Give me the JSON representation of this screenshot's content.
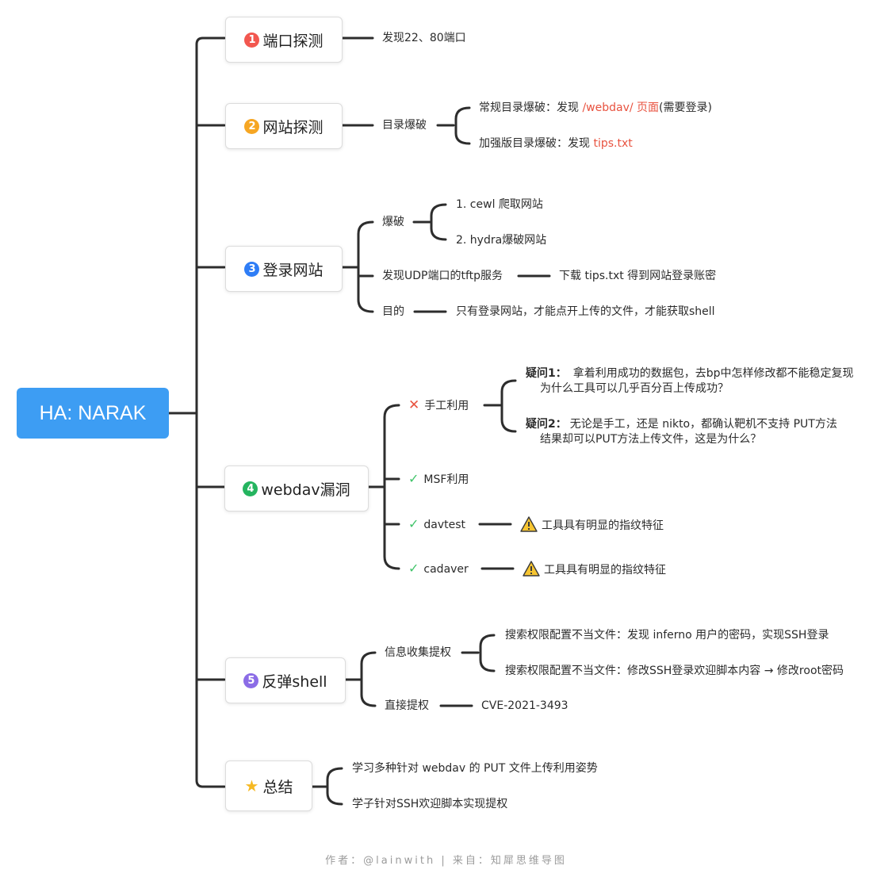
{
  "root": "HA: NARAK",
  "branches": [
    {
      "num": "1",
      "title": "端口探测"
    },
    {
      "num": "2",
      "title": "网站探测"
    },
    {
      "num": "3",
      "title": "登录网站"
    },
    {
      "num": "4",
      "title": "webdav漏洞"
    },
    {
      "num": "5",
      "title": "反弹shell"
    },
    {
      "num": "",
      "title": "总结"
    }
  ],
  "b1": {
    "finding": "发现22、80端口"
  },
  "b2": {
    "dir": "目录爆破",
    "normal_prefix": "常规目录爆破：发现 ",
    "normal_highlight": "/webdav/ 页面",
    "normal_suffix": "(需要登录)",
    "enhanced_prefix": "加强版目录爆破：发现 ",
    "enhanced_highlight": "tips.txt"
  },
  "b3": {
    "brute": "爆破",
    "brute_1": "1. cewl 爬取网站",
    "brute_2": "2. hydra爆破网站",
    "udp": "发现UDP端口的tftp服务",
    "udp_result": "下载 tips.txt 得到网站登录账密",
    "goal": "目的",
    "goal_text": "只有登录网站，才能点开上传的文件，才能获取shell"
  },
  "b4": {
    "manual": "手工利用",
    "q1_label": "疑问1：",
    "q1_line1": "拿着利用成功的数据包，去bp中怎样修改都不能稳定复现",
    "q1_line2": "为什么工具可以几乎百分百上传成功？",
    "q2_label": "疑问2：",
    "q2_line1": "无论是手工，还是 nikto，都确认靶机不支持 PUT方法",
    "q2_line2": "结果却可以PUT方法上传文件，这是为什么？",
    "msf": "MSF利用",
    "davtest": "davtest",
    "davtest_note": "工具具有明显的指纹特征",
    "cadaver": "cadaver",
    "cadaver_note": "工具具有明显的指纹特征"
  },
  "b5": {
    "info": "信息收集提权",
    "info_1": "搜索权限配置不当文件：发现 inferno 用户的密码，实现SSH登录",
    "info_2": "搜索权限配置不当文件：修改SSH登录欢迎脚本内容 → 修改root密码",
    "direct": "直接提权",
    "cve": "CVE-2021-3493"
  },
  "summary": {
    "item_1": "学习多种针对 webdav 的 PUT 文件上传利用姿势",
    "item_2": "学子针对SSH欢迎脚本实现提权"
  },
  "footer": "作者：@lainwith | 来自：知犀思维导图",
  "colors": {
    "root": "#3d9df3",
    "highlight": "#e8523f",
    "check": "#41c46a"
  },
  "icons": [
    "cross-icon",
    "check-icon",
    "warning-icon",
    "star-icon"
  ]
}
